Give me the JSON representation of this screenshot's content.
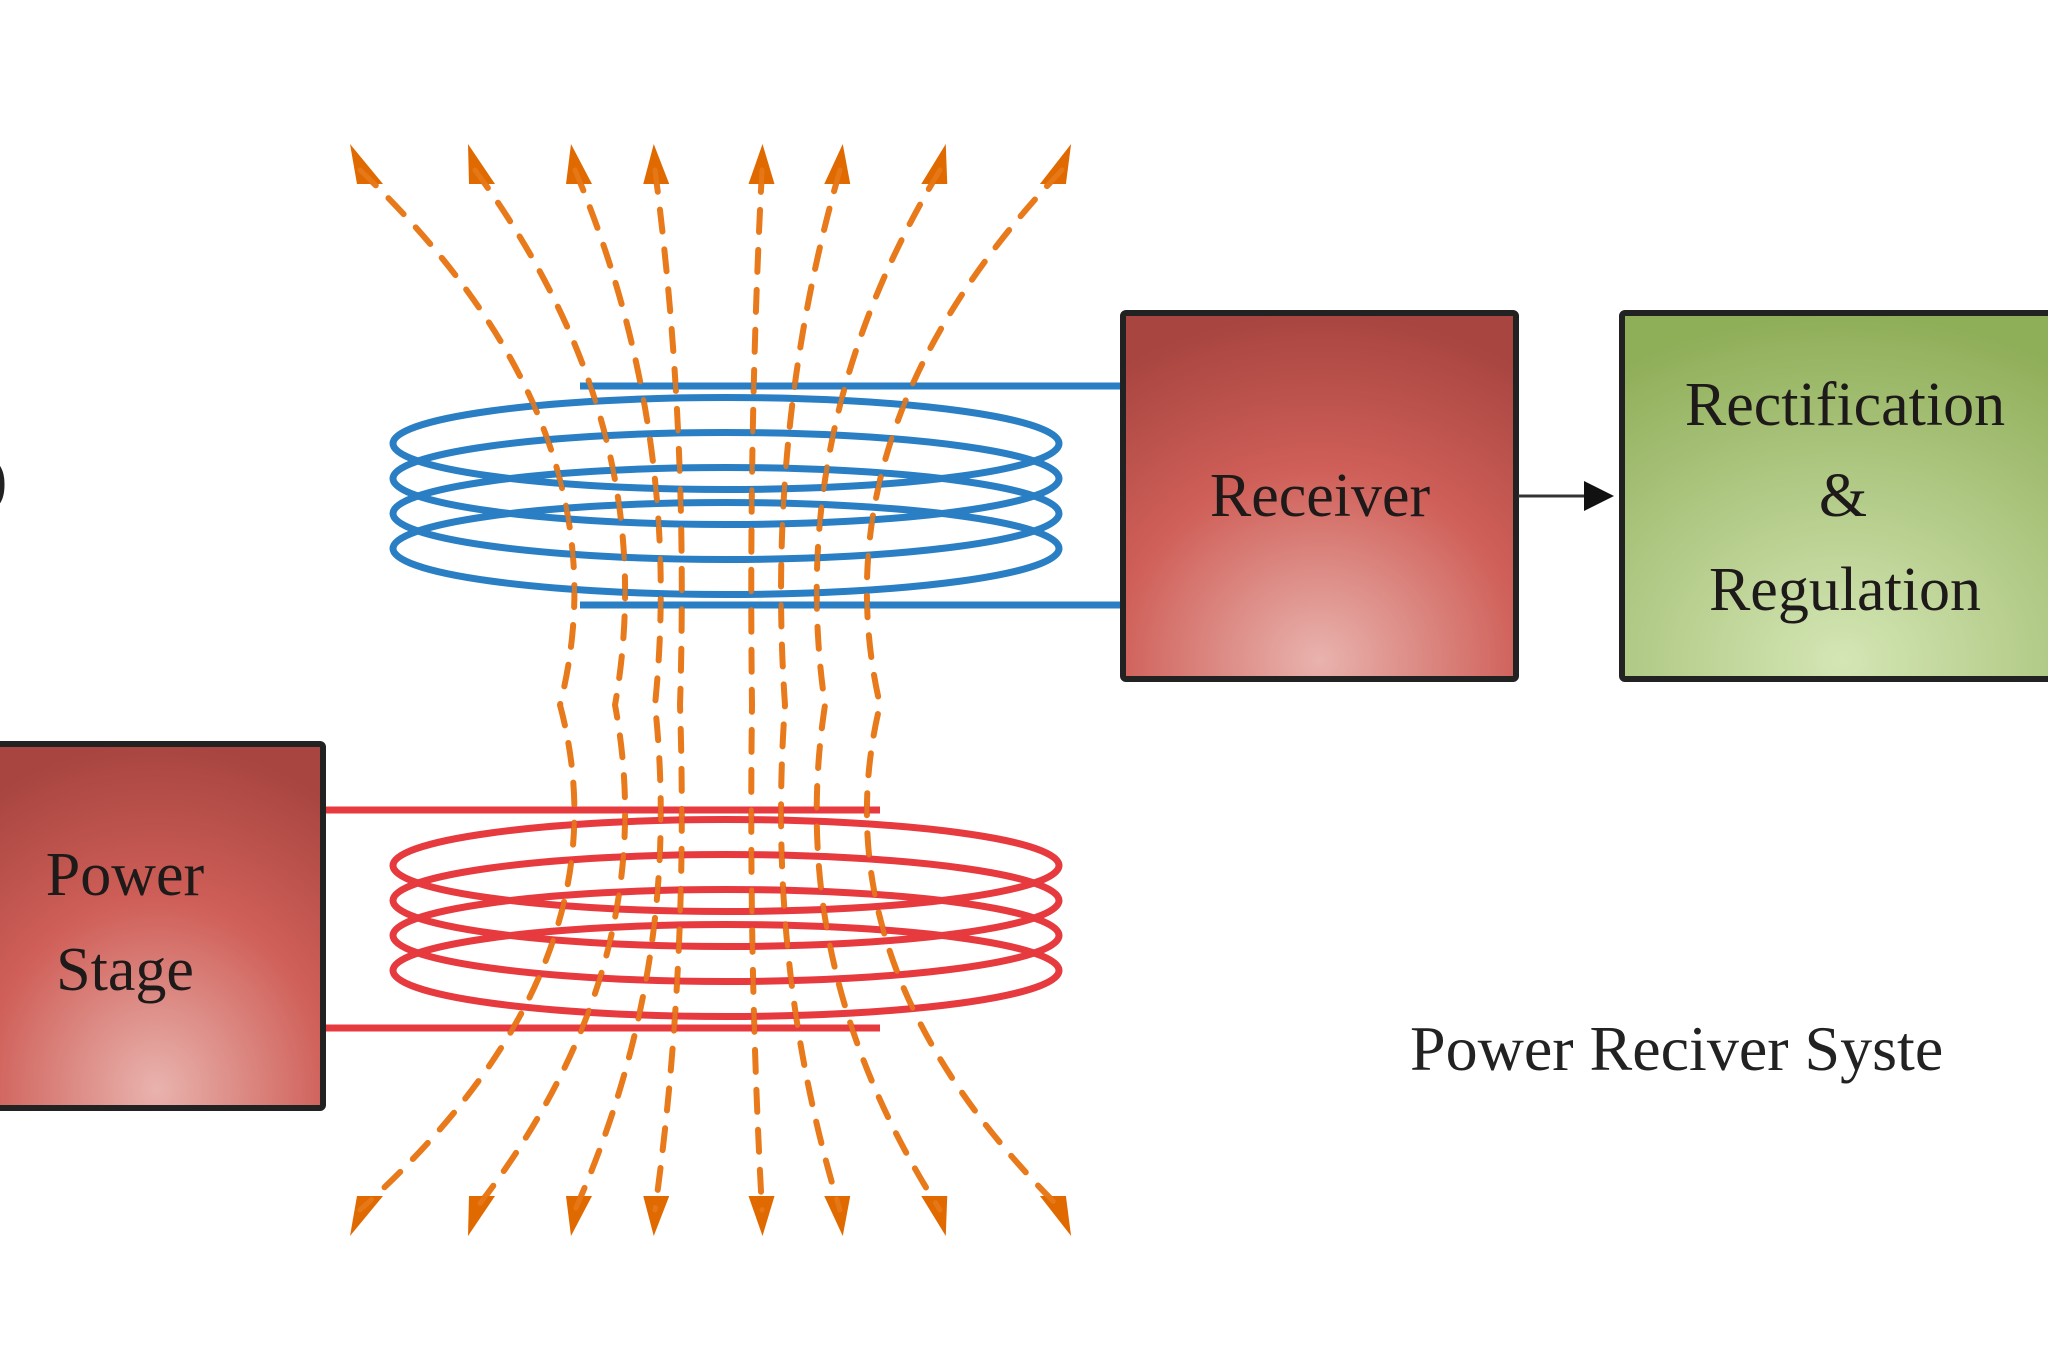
{
  "diagram": {
    "title": "Wireless power transfer (inductive coupling) block diagram",
    "blocks": [
      {
        "id": "power_stage",
        "lines": [
          "Power",
          "Stage"
        ],
        "role": "transmitter-side",
        "color": "red"
      },
      {
        "id": "receiver",
        "lines": [
          "Receiver"
        ],
        "role": "receiver-side",
        "color": "red"
      },
      {
        "id": "rectification",
        "lines": [
          "Rectification",
          "&",
          "Regulation"
        ],
        "role": "receiver-side",
        "color": "green"
      }
    ],
    "coils": [
      {
        "id": "transmitter_coil",
        "connected_to": "power_stage",
        "turns": 4,
        "color": "red"
      },
      {
        "id": "receiver_coil",
        "connected_to": "receiver",
        "turns": 4,
        "color": "blue"
      }
    ],
    "connections": [
      {
        "from": "receiver",
        "to": "rectification",
        "style": "arrow"
      }
    ],
    "field_lines": {
      "count": 8,
      "style": "dashed",
      "direction": "upward",
      "color": "orange"
    },
    "captions": {
      "receiver_system": "Power Reciver Syste",
      "left_edge_fragment": ")"
    },
    "colors": {
      "red_block_dark": "#a84540",
      "red_block_mid": "#cf5f58",
      "red_block_light": "#e9b3ae",
      "green_block_dark": "#8fae58",
      "green_block_light": "#d4e6b5",
      "receiver_coil": "#2a7fc4",
      "transmitter_coil": "#e63a3f",
      "field_line": "#e87a1c",
      "field_arrow": "#e06a00",
      "border": "#222222"
    }
  }
}
